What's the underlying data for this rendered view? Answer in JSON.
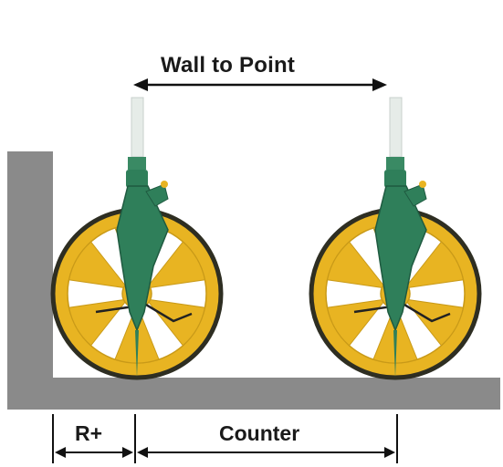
{
  "diagram": {
    "labels": {
      "wall_to_point": "Wall to Point",
      "r_plus": "R+",
      "counter": "Counter"
    },
    "colors": {
      "wall": "#8a8a8a",
      "wheel_rim": "#e8b422",
      "wheel_outline": "#3a3a2a",
      "fork": "#2f7f5a",
      "pole": "#e6ece8",
      "arrow": "#111111"
    }
  }
}
